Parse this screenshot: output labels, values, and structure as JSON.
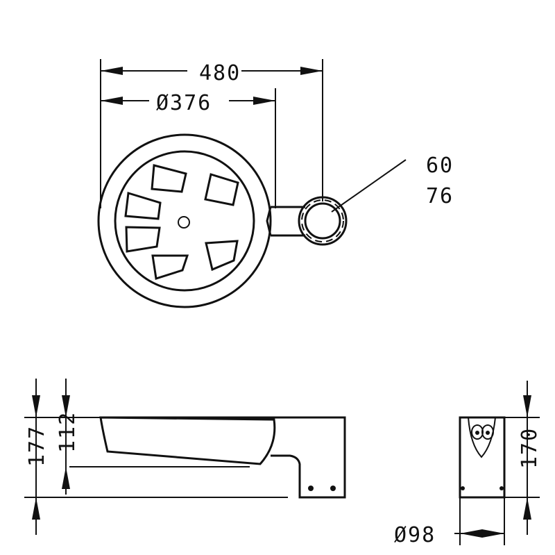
{
  "dimensions": {
    "overall_width": "480",
    "bowl_diameter": "Ø376",
    "pipe_inner": "60",
    "pipe_outer": "76",
    "height_total": "177",
    "height_bowl": "112",
    "height_side": "170",
    "base_diameter": "Ø98"
  },
  "colors": {
    "line": "#111111",
    "background": "#ffffff"
  }
}
